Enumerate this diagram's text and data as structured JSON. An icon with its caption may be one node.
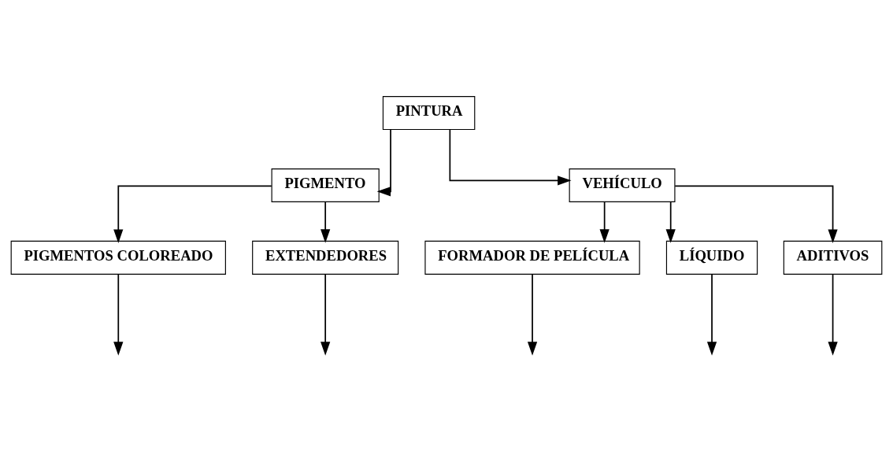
{
  "diagram": {
    "nodes": [
      {
        "text": [
          "PINTURA"
        ]
      },
      {
        "text": [
          "PIGMENTO"
        ]
      },
      {
        "text": [
          "VEHÍCULO"
        ]
      },
      {
        "text": [
          "PIGMENTOS COLOREADO"
        ]
      },
      {
        "text": [
          "EXTENDEDORES"
        ]
      },
      {
        "text": [
          "FORMADOR DE PELÍCULA"
        ]
      },
      {
        "text": [
          "LÍQUIDO"
        ]
      },
      {
        "text": [
          "ADITIVOS"
        ]
      }
    ],
    "edges": [
      {
        "from": 0,
        "to": 1,
        "arrow": "to"
      },
      {
        "from": 0,
        "to": 2,
        "arrow": "to"
      },
      {
        "from": 1,
        "to": 3,
        "arrow": "to"
      },
      {
        "from": 1,
        "to": 4,
        "arrow": "to"
      },
      {
        "from": 2,
        "to": 5,
        "arrow": "to"
      },
      {
        "from": 2,
        "to": 6,
        "arrow": "to"
      },
      {
        "from": 2,
        "to": 7,
        "arrow": "to"
      },
      {
        "from": 3,
        "to": null,
        "arrow": "to"
      },
      {
        "from": 4,
        "to": null,
        "arrow": "to"
      },
      {
        "from": 5,
        "to": null,
        "arrow": "to"
      },
      {
        "from": 6,
        "to": null,
        "arrow": "to"
      },
      {
        "from": 7,
        "to": null,
        "arrow": "to"
      }
    ]
  }
}
